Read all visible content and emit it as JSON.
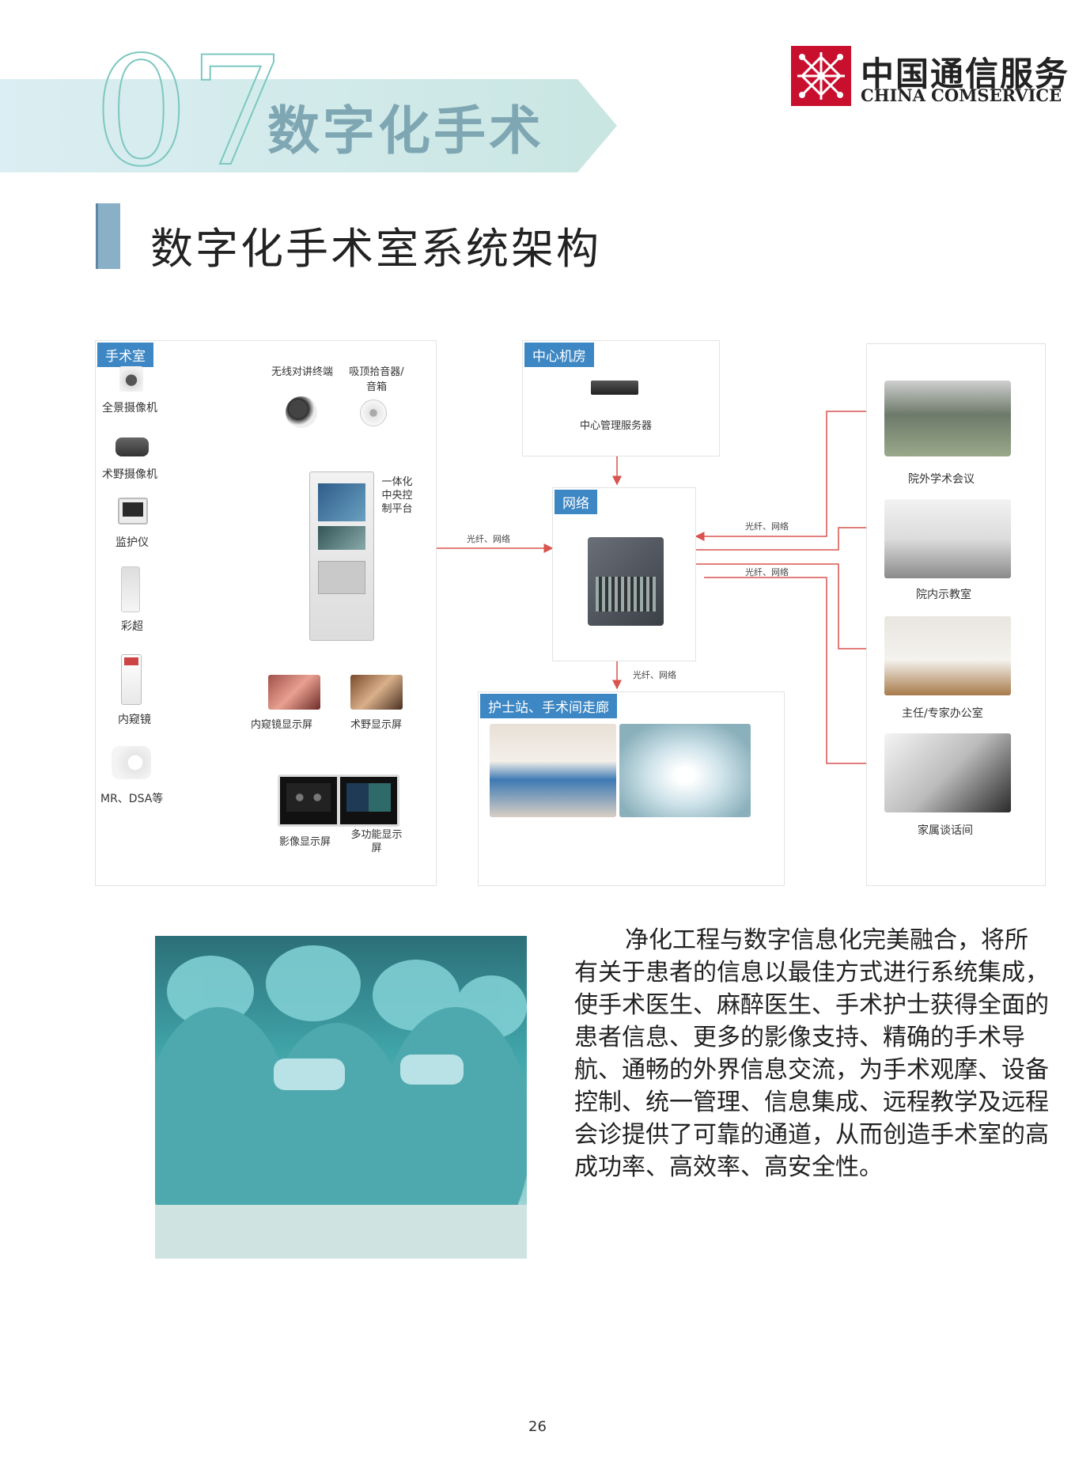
{
  "header": {
    "chapter_number": "07",
    "chapter_title": "数字化手术",
    "logo_cn": "中国通信服务",
    "logo_en": "CHINA COMSERVICE"
  },
  "section": {
    "title": "数字化手术室系统架构"
  },
  "diagram": {
    "or_room": {
      "tag": "手术室",
      "devices": [
        "全景摄像机",
        "术野摄像机",
        "监护仪",
        "彩超",
        "内窥镜",
        "MR、DSA等"
      ],
      "audio": [
        "无线对讲终端",
        "吸顶拾音器/音箱"
      ],
      "platform_label": "一体化中央控制平台",
      "displays": [
        "内窥镜显示屏",
        "术野显示屏",
        "影像显示屏",
        "多功能显示屏"
      ]
    },
    "center": {
      "tag": "中心机房",
      "server_label": "中心管理服务器"
    },
    "network": {
      "tag": "网络"
    },
    "link_label": "光纤、网络",
    "nurse": {
      "tag": "护士站、手术间走廊"
    },
    "destinations": [
      "院外学术会议",
      "院内示教室",
      "主任/专家办公室",
      "家属谈话间"
    ]
  },
  "body": {
    "text": "净化工程与数字信息化完美融合，将所有关于患者的信息以最佳方式进行系统集成，使手术医生、麻醉医生、手术护士获得全面的患者信息、更多的影像支持、精确的手术导航、通畅的外界信息交流，为手术观摩、设备控制、统一管理、信息集成、远程教学及远程会诊提供了可靠的通道，从而创造手术室的高成功率、高效率、高安全性。"
  },
  "footer": {
    "page_number": "26"
  },
  "colors": {
    "accent_blue": "#3d87c4",
    "arrow_green": "#5cb89a",
    "arrow_blue": "#4a9fd4",
    "arrow_red": "#d9534f"
  }
}
